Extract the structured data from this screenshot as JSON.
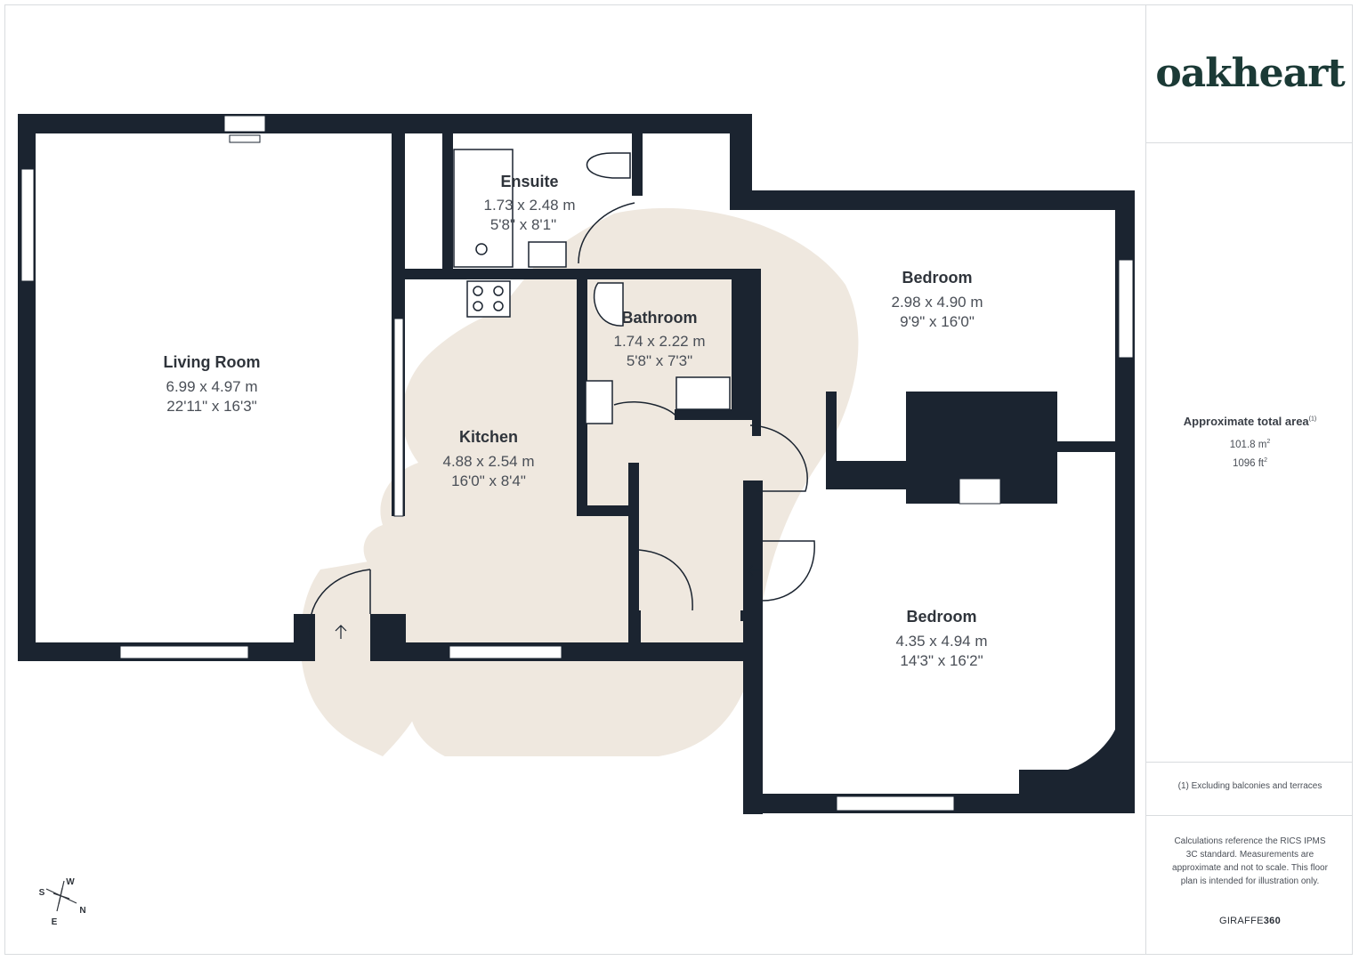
{
  "brand": {
    "logo_text": "oakheart",
    "logo_color": "#1b3a36"
  },
  "colors": {
    "wall": "#1b2430",
    "watermark": "#efe8df",
    "text": "#3a3f47"
  },
  "rooms": {
    "living": {
      "name": "Living Room",
      "metric": "6.99 x 4.97 m",
      "imperial": "22'11\" x 16'3\""
    },
    "kitchen": {
      "name": "Kitchen",
      "metric": "4.88 x 2.54 m",
      "imperial": "16'0\" x 8'4\""
    },
    "ensuite": {
      "name": "Ensuite",
      "metric": "1.73 x 2.48 m",
      "imperial": "5'8\" x 8'1\""
    },
    "bathroom": {
      "name": "Bathroom",
      "metric": "1.74 x 2.22 m",
      "imperial": "5'8\" x 7'3\""
    },
    "bedroom1": {
      "name": "Bedroom",
      "metric": "2.98 x 4.90 m",
      "imperial": "9'9\" x 16'0\""
    },
    "bedroom2": {
      "name": "Bedroom",
      "metric": "4.35 x 4.94 m",
      "imperial": "14'3\" x 16'2\""
    }
  },
  "sidebar": {
    "area_title": "Approximate total area",
    "area_note_mark": "(1)",
    "area_m2": "101.8 m",
    "area_ft2": "1096 ft",
    "sup2": "2",
    "footnote": "(1) Excluding balconies and terraces",
    "calc_note": "Calculations reference the RICS IPMS 3C standard. Measurements are approximate and not to scale. This floor plan is intended for illustration only.",
    "brand_a": "GIRAFFE",
    "brand_b": "360"
  },
  "compass": {
    "w": "W",
    "s": "S",
    "e": "E",
    "n": "N"
  }
}
